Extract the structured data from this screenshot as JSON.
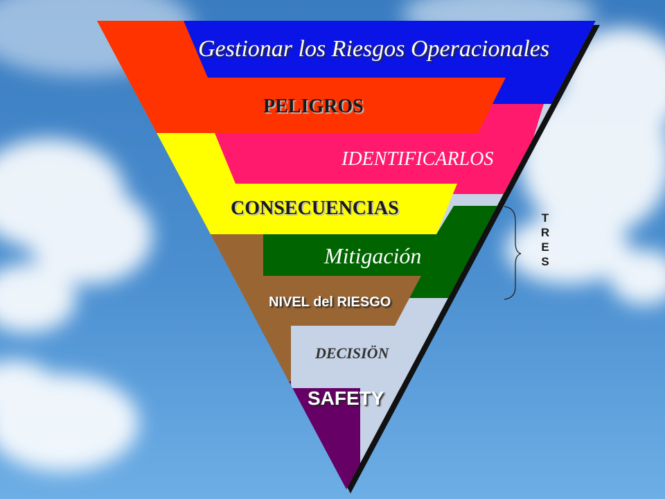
{
  "diagram": {
    "goal": "Gestionar los Riesgos Operacionales",
    "layers": [
      {
        "id": "peligros",
        "label": "PELIGROS"
      },
      {
        "id": "identificarlos",
        "label": "IDENTIFICARLOS"
      },
      {
        "id": "consecuencias",
        "label": "CONSECUENCIAS"
      },
      {
        "id": "mitigacion",
        "label": "Mitigación"
      },
      {
        "id": "nivel",
        "label": "NIVEL del RIESGO"
      },
      {
        "id": "decision",
        "label": "DECISIÖN"
      },
      {
        "id": "safety",
        "label": "SAFETY"
      }
    ],
    "bracket_letters": [
      "T",
      "R",
      "E",
      "S"
    ]
  },
  "colors": {
    "blue": "#0a14e6",
    "red": "#ff3300",
    "magenta": "#ff1a6e",
    "yellow": "#ffff00",
    "green": "#006400",
    "brown": "#996633",
    "light": "#c6d3e6",
    "purple": "#660066"
  }
}
